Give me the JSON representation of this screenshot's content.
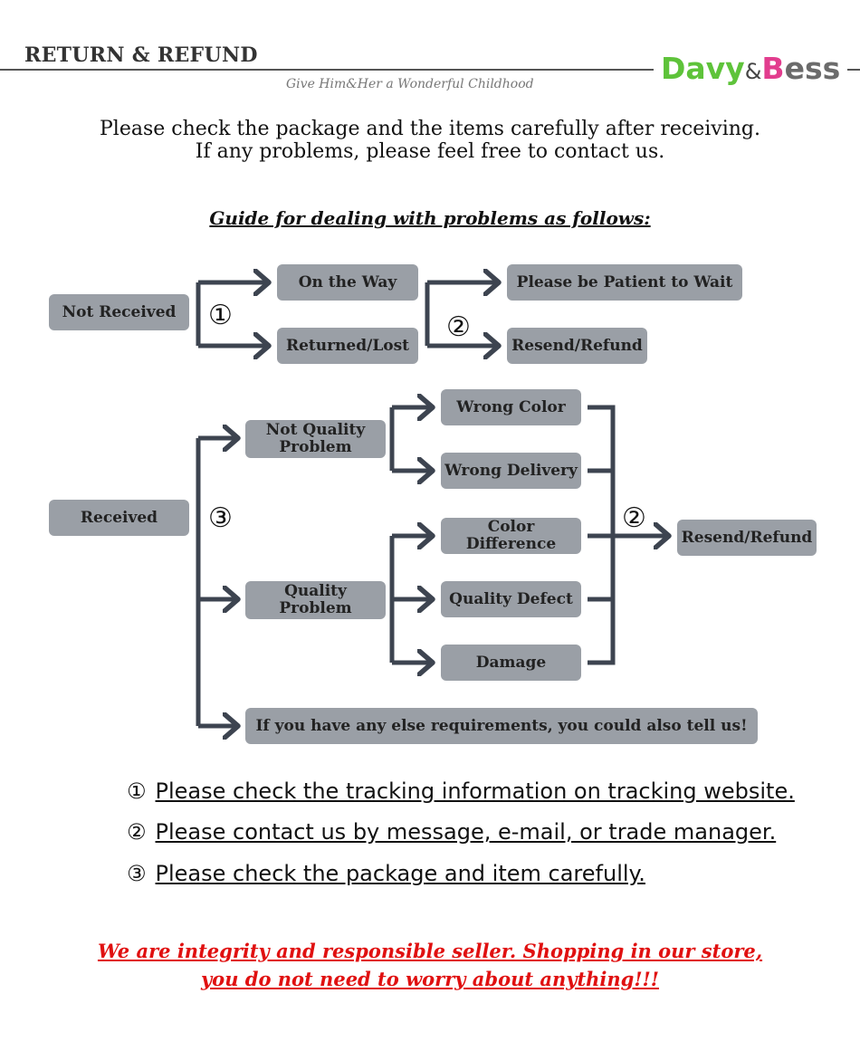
{
  "header": {
    "title": "RETURN & REFUND",
    "tagline": "Give Him&Her a Wonderful Childhood",
    "brand": {
      "part1": "Davy",
      "amp": "&",
      "part2_initial": "B",
      "part2_rest": "ess"
    }
  },
  "intro": {
    "line1": "Please check the package and the items carefully after receiving.",
    "line2": "If any problems, please feel free to contact us."
  },
  "guide_heading": "Guide for dealing with problems as follows:",
  "flow": {
    "not_received": "Not Received",
    "on_the_way": "On the Way",
    "returned_lost": "Returned/Lost",
    "please_wait": "Please be Patient to Wait",
    "resend_refund_top": "Resend/Refund",
    "received": "Received",
    "not_quality_problem": "Not Quality Problem",
    "quality_problem": "Quality Problem",
    "wrong_color": "Wrong Color",
    "wrong_delivery": "Wrong Delivery",
    "color_difference": "Color Difference",
    "quality_defect": "Quality Defect",
    "damage": "Damage",
    "resend_refund_right": "Resend/Refund",
    "else_requirements": "If you have any else requirements, you could also tell us!",
    "marker_1": "①",
    "marker_2": "②",
    "marker_3": "③"
  },
  "notes": [
    {
      "marker": "①",
      "text": "Please check the tracking information on tracking website."
    },
    {
      "marker": "②",
      "text": "Please contact us by message, e-mail, or trade manager."
    },
    {
      "marker": "③",
      "text": "Please check the package and item carefully."
    }
  ],
  "closing": {
    "line1": "We are integrity and responsible seller. Shopping in our store,",
    "line2": "you do not need to worry about anything!!!"
  },
  "colors": {
    "box": "#9a9fa6",
    "connector": "#3d4450",
    "closing": "#e01010",
    "brand_green": "#5ec33a",
    "brand_pink": "#e23d8e"
  }
}
